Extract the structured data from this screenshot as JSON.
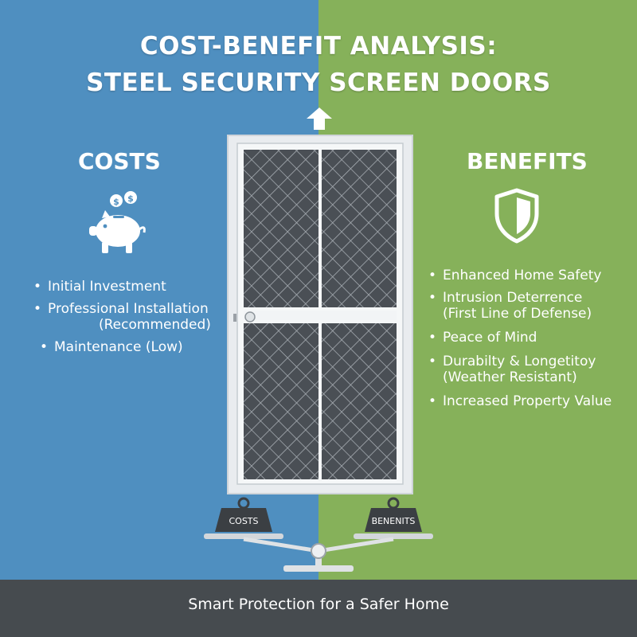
{
  "title": {
    "line1": "COST-BENEFIT ANALYSIS:",
    "line2": "STEEL SECURITY SCREEN DOORS"
  },
  "colors": {
    "left_bg": "#4f8fc0",
    "right_bg": "#86b15a",
    "footer_bg": "#464b4f",
    "text": "#ffffff"
  },
  "costs": {
    "heading": "COSTS",
    "icon": "piggy-bank-icon",
    "items": [
      {
        "line1": "Initial Investment",
        "line2": ""
      },
      {
        "line1": "Professional Installation",
        "line2": "(Recommended)"
      },
      {
        "line1": "Maintenance (Low)",
        "line2": ""
      }
    ]
  },
  "benefits": {
    "heading": "BENEFITS",
    "icon": "shield-icon",
    "items": [
      {
        "line1": "Enhanced Home Safety",
        "line2": ""
      },
      {
        "line1": "Intrusion Deterrence",
        "line2": "(First Line of Defense)"
      },
      {
        "line1": "Peace of Mind",
        "line2": ""
      },
      {
        "line1": "Durabilty & Longetitoy",
        "line2": "(Weather Resistant)"
      },
      {
        "line1": "Increased Property Value",
        "line2": ""
      }
    ]
  },
  "scale": {
    "left_weight_label": "COSTS",
    "right_weight_label": "BENENITS"
  },
  "footer": {
    "text": "Smart Protection for a Safer Home"
  }
}
